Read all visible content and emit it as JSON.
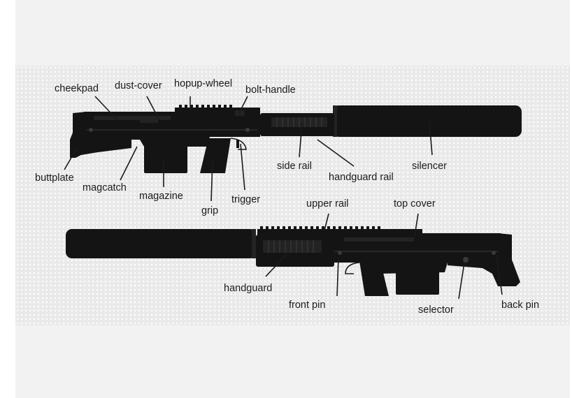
{
  "labels": {
    "cheekpad": "cheekpad",
    "dust_cover": "dust-cover",
    "hopup_wheel": "hopup-wheel",
    "bolt_handle": "bolt-handle",
    "buttplate": "buttplate",
    "magcatch": "magcatch",
    "magazine": "magazine",
    "grip": "grip",
    "trigger": "trigger",
    "side_rail": "side rail",
    "handguard_rail": "handguard rail",
    "silencer": "silencer",
    "upper_rail": "upper rail",
    "top_cover": "top cover",
    "handguard": "handguard",
    "front_pin": "front pin",
    "selector": "selector",
    "back_pin": "back pin"
  },
  "colors": {
    "figure_bg": "#e9e9e9",
    "page_bg": "#f2f2f2",
    "gun_body": "#141414",
    "label_text": "#1b1b1b"
  }
}
